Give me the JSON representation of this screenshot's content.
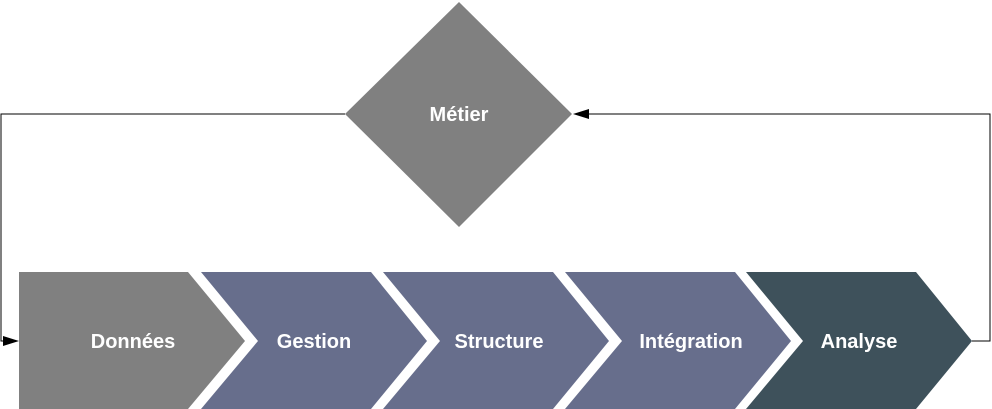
{
  "diagram": {
    "decision": {
      "label": "Métier",
      "color": "#808080"
    },
    "steps": [
      {
        "label": "Données",
        "color": "#808080"
      },
      {
        "label": "Gestion",
        "color": "#676e8c"
      },
      {
        "label": "Structure",
        "color": "#676e8c"
      },
      {
        "label": "Intégration",
        "color": "#676e8c"
      },
      {
        "label": "Analyse",
        "color": "#3e515b"
      }
    ],
    "connector_color": "#000000",
    "background": "#ffffff"
  }
}
